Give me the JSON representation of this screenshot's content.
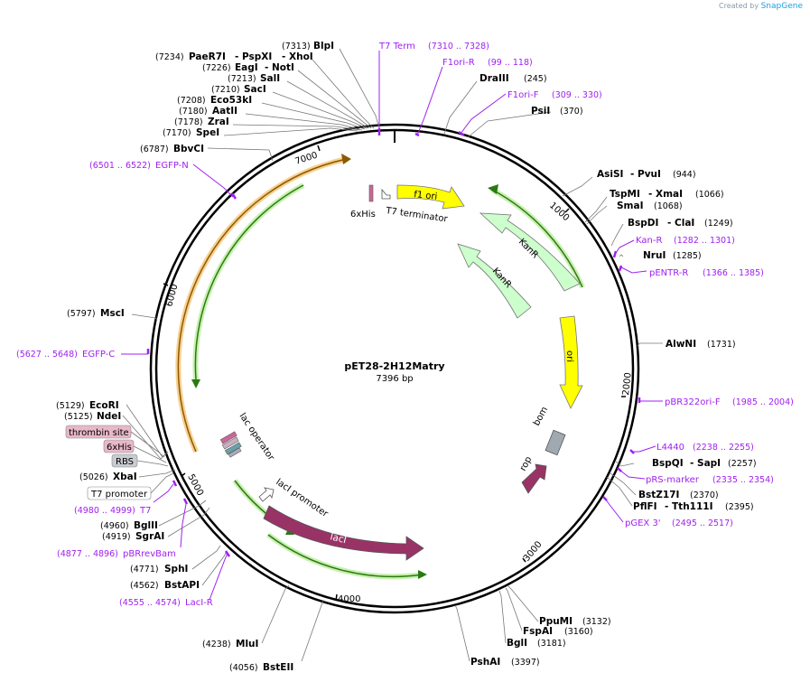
{
  "brand": {
    "created_by": "Created by",
    "name": "SnapGene"
  },
  "plasmid": {
    "name": "pET28-2H12Matry",
    "length": "7396 bp"
  },
  "ticks": [
    "1000",
    "2000",
    "3000",
    "4000",
    "5000",
    "6000",
    "7000"
  ],
  "sites": [
    {
      "name": "BlpI",
      "pos": "(7313)"
    },
    {
      "name": "PaeR7I",
      "sep": "- PspXI",
      "extra": "- XhoI",
      "pos": "(7234)"
    },
    {
      "name": "EagI",
      "extra": "- NotI",
      "pos": "(7226)"
    },
    {
      "name": "SalI",
      "pos": "(7213)"
    },
    {
      "name": "SacI",
      "pos": "(7210)"
    },
    {
      "name": "Eco53kI",
      "pos": "(7208)"
    },
    {
      "name": "AatII",
      "pos": "(7180)"
    },
    {
      "name": "ZraI",
      "pos": "(7178)"
    },
    {
      "name": "SpeI",
      "pos": "(7170)"
    },
    {
      "name": "BbvCI",
      "pos": "(6787)"
    },
    {
      "name": "DraIII",
      "pos": "(245)"
    },
    {
      "name": "PsiI",
      "pos": "(370)"
    },
    {
      "name": "AsiSI",
      "extra": "- PvuI",
      "pos": "(944)"
    },
    {
      "name": "TspMI",
      "extra": "- XmaI",
      "pos": "(1066)"
    },
    {
      "name": "SmaI",
      "pos": "(1068)"
    },
    {
      "name": "BspDI",
      "extra": "- ClaI",
      "pos": "(1249)"
    },
    {
      "name": "NruI",
      "pos": "(1285)"
    },
    {
      "name": "AlwNI",
      "pos": "(1731)"
    },
    {
      "name": "BspQI",
      "extra": "- SapI",
      "pos": "(2257)"
    },
    {
      "name": "BstZ17I",
      "pos": "(2370)"
    },
    {
      "name": "PflFI",
      "extra": "- Tth111I",
      "pos": "(2395)"
    },
    {
      "name": "PpuMI",
      "pos": "(3132)"
    },
    {
      "name": "FspAI",
      "pos": "(3160)"
    },
    {
      "name": "BglI",
      "pos": "(3181)"
    },
    {
      "name": "PshAI",
      "pos": "(3397)"
    },
    {
      "name": "BstEII",
      "pos": "(4056)"
    },
    {
      "name": "MluI",
      "pos": "(4238)"
    },
    {
      "name": "BstAPI",
      "pos": "(4562)"
    },
    {
      "name": "SphI",
      "pos": "(4771)"
    },
    {
      "name": "SgrAI",
      "pos": "(4919)"
    },
    {
      "name": "BglII",
      "pos": "(4960)"
    },
    {
      "name": "XbaI",
      "pos": "(5026)"
    },
    {
      "name": "NdeI",
      "pos": "(5125)"
    },
    {
      "name": "EcoRI",
      "pos": "(5129)"
    },
    {
      "name": "MscI",
      "pos": "(5797)"
    }
  ],
  "primers": [
    {
      "name": "T7 Term",
      "pos": "(7310 .. 7328)"
    },
    {
      "name": "F1ori-R",
      "pos": "(99 .. 118)"
    },
    {
      "name": "F1ori-F",
      "pos": "(309 .. 330)"
    },
    {
      "name": "EGFP-N",
      "pos": "(6501 .. 6522)"
    },
    {
      "name": "Kan-R",
      "pos": "(1282 .. 1301)"
    },
    {
      "name": "pENTR-R",
      "pos": "(1366 .. 1385)"
    },
    {
      "name": "EGFP-C",
      "pos": "(5627 .. 5648)"
    },
    {
      "name": "pBR322ori-F",
      "pos": "(1985 .. 2004)"
    },
    {
      "name": "L4440",
      "pos": "(2238 .. 2255)"
    },
    {
      "name": "pRS-marker",
      "pos": "(2335 .. 2354)"
    },
    {
      "name": "pGEX 3'",
      "pos": "(2495 .. 2517)"
    },
    {
      "name": "T7",
      "pos": "(4980 .. 4999)"
    },
    {
      "name": "pBRrevBam",
      "pos": "(4877 .. 4896)"
    },
    {
      "name": "LacI-R",
      "pos": "(4555 .. 4574)"
    }
  ],
  "boxed_features": [
    "thrombin site",
    "6xHis",
    "RBS",
    "T7 promoter"
  ],
  "features": {
    "f1_ori": "f1 ori",
    "kanr_1": "KanR",
    "kanr_2": "KanR",
    "ori": "ori",
    "bom": "bom",
    "rop": "rop",
    "laci": "lacI",
    "laci_promoter": "lacI promoter",
    "lac_operator": "lac operator",
    "his6_top": "6xHis",
    "t7_terminator": "T7 terminator"
  },
  "colors": {
    "primer": "#a020f0",
    "laci": "#993366",
    "f1ori": "#ffff00",
    "kanr": "#ccffcc",
    "orange": "#f5a623",
    "green": "#33aa22"
  }
}
